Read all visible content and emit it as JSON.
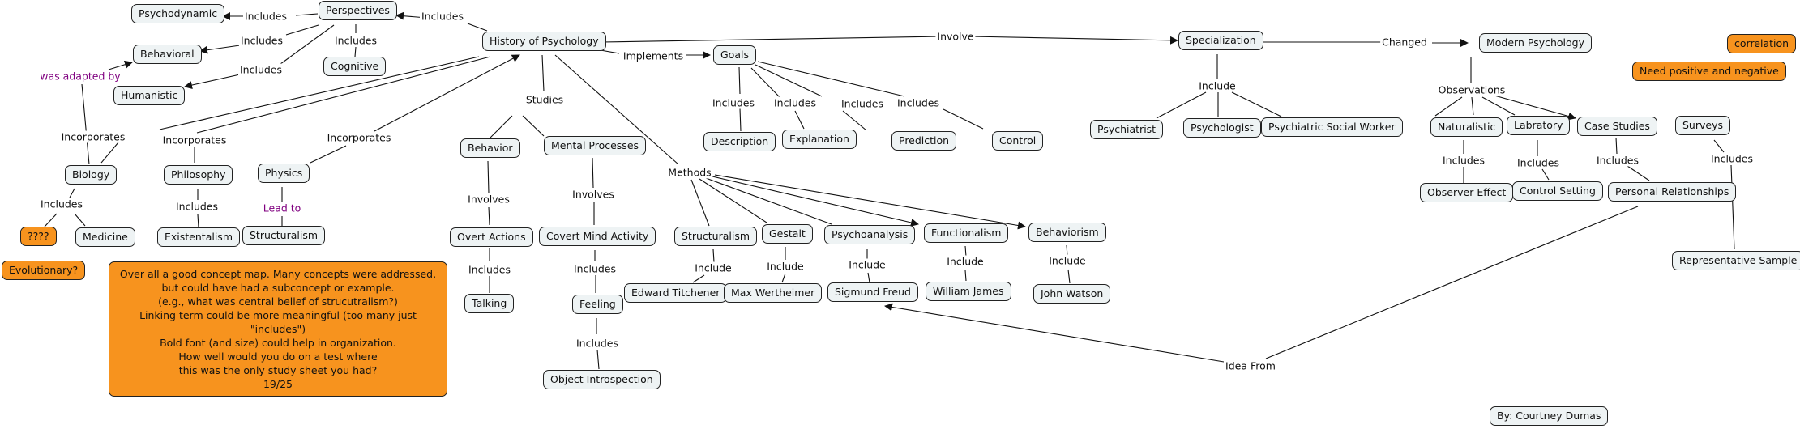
{
  "title": "History of Psychology concept map",
  "colors": {
    "node_fill": "#eef3f4",
    "comment_fill": "#f7931e",
    "link_text_purple": "#800080",
    "line": "#111111"
  },
  "nodes": {
    "history": "History of Psychology",
    "perspectives": "Perspectives",
    "psychodynamic": "Psychodynamic",
    "behavioral": "Behavioral",
    "humanistic": "Humanistic",
    "cognitive": "Cognitive",
    "biology": "Biology",
    "philosophy": "Philosophy",
    "physics": "Physics",
    "qmarks": "????",
    "medicine": "Medicine",
    "existentalism": "Existentalism",
    "structuralism_phys": "Structuralism",
    "evolutionary": "Evolutionary?",
    "behavior": "Behavior",
    "mental_processes": "Mental Processes",
    "overt_actions": "Overt Actions",
    "talking": "Talking",
    "covert_mind": "Covert Mind Activity",
    "feeling": "Feeling",
    "object_introspection": "Object Introspection",
    "goals": "Goals",
    "description": "Description",
    "explanation": "Explanation",
    "prediction": "Prediction",
    "control": "Control",
    "structuralism": "Structuralism",
    "gestalt": "Gestalt",
    "psychoanalysis": "Psychoanalysis",
    "functionalism": "Functionalism",
    "behaviorism": "Behaviorism",
    "titchener": "Edward Titchener",
    "wertheimer": "Max Wertheimer",
    "freud": "Sigmund Freud",
    "james": "William James",
    "watson": "John Watson",
    "specialization": "Specialization",
    "psychiatrist": "Psychiatrist",
    "psychologist": "Psychologist",
    "social_worker": "Psychiatric Social Worker",
    "modern": "Modern Psychology",
    "naturalistic": "Naturalistic",
    "labratory": "Labratory",
    "case_studies": "Case Studies",
    "surveys": "Surveys",
    "observer_effect": "Observer Effect",
    "control_setting": "Control Setting",
    "personal_rel": "Personal Relationships",
    "rep_sample": "Representative Sample",
    "correlation": "correlation",
    "need_pos_neg": "Need positive and negative",
    "author": "By: Courtney Dumas",
    "feedback": "Over all a good concept map. Many concepts were addressed,\nbut could have had a subconcept or example.\n(e.g., what was central belief of strucutralism?)\nLinking term could be more meaningful (too many just \"includes\")\nBold font (and size) could help in organization.\nHow well would you do on a test where\nthis was the only study sheet you had?\n19/25"
  },
  "links": {
    "hist_persp": "Includes",
    "persp_psychodyn": "Includes",
    "persp_behav": "Includes",
    "persp_human": "Includes",
    "persp_cog": "Includes",
    "adapted": "was adapted by",
    "inc_bio": "Incorporates",
    "inc_phil": "Incorporates",
    "inc_phys": "Incorporates",
    "bio_inc": "Includes",
    "phil_inc": "Includes",
    "lead_to": "Lead to",
    "studies": "Studies",
    "behav_involves": "Involves",
    "overt_inc": "Includes",
    "mental_involves": "Involves",
    "covert_inc": "Includes",
    "feeling_inc": "Includes",
    "implements": "Implements",
    "goal_inc1": "Includes",
    "goal_inc2": "Includes",
    "goal_inc3": "Includes",
    "goal_inc4": "Includes",
    "methods": "Methods",
    "struct_inc": "Include",
    "gest_inc": "Include",
    "psyan_inc": "Include",
    "func_inc": "Include",
    "behm_inc": "Include",
    "involve": "Involve",
    "spec_inc": "Include",
    "changed": "Changed",
    "observations": "Observations",
    "nat_inc": "Includes",
    "lab_inc": "Includes",
    "case_inc": "Includes",
    "surv_inc": "Includes",
    "idea_from": "Idea From"
  }
}
